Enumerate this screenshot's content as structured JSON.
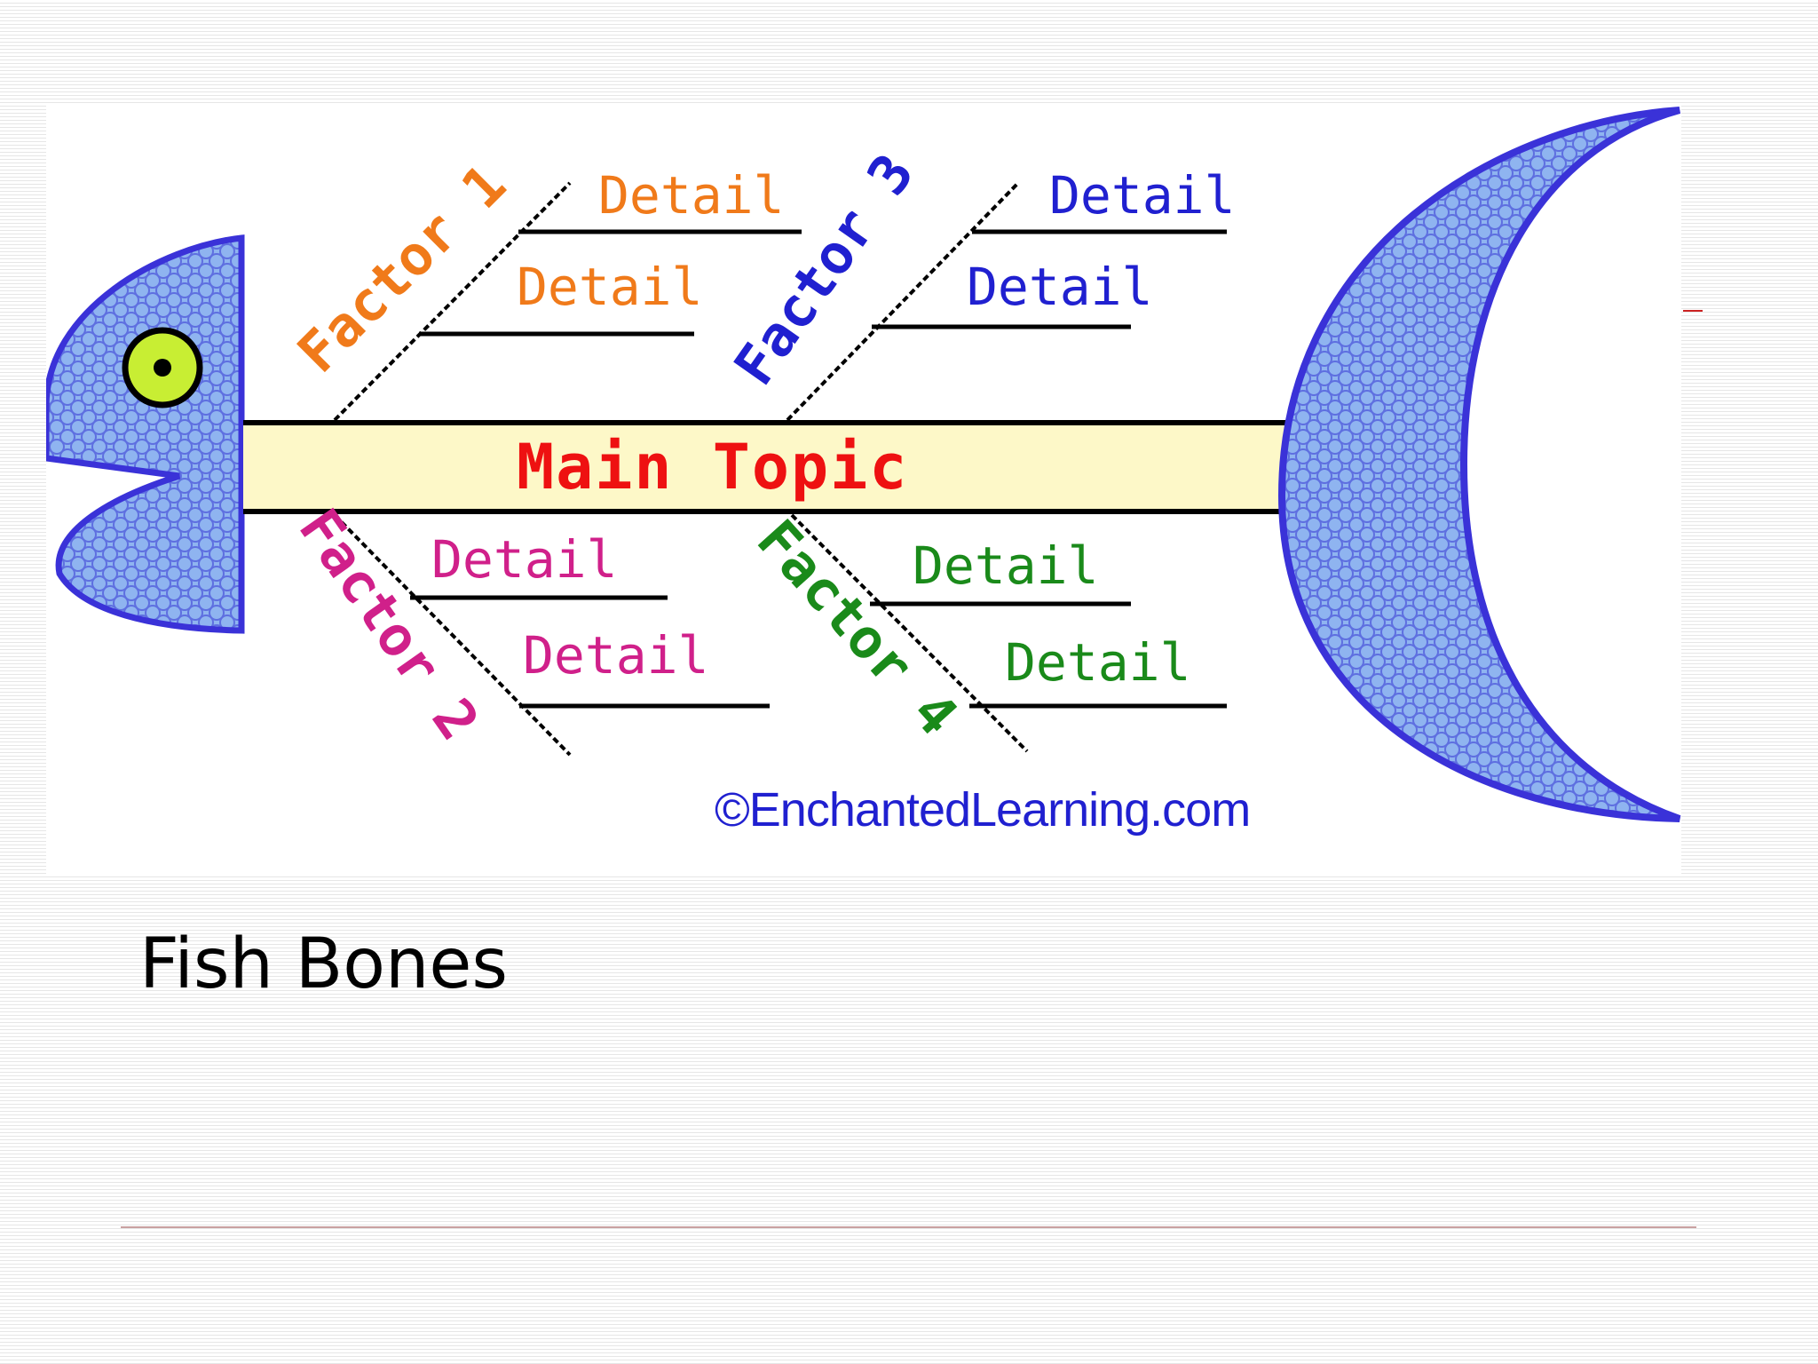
{
  "diagram": {
    "main_topic": "Main Topic",
    "factors": [
      {
        "label": "Factor 1",
        "color": "#f07a1a",
        "details": [
          "Detail",
          "Detail"
        ]
      },
      {
        "label": "Factor 2",
        "color": "#d0208a",
        "details": [
          "Detail",
          "Detail"
        ]
      },
      {
        "label": "Factor 3",
        "color": "#2020d0",
        "details": [
          "Detail",
          "Detail"
        ]
      },
      {
        "label": "Factor 4",
        "color": "#1a8a1a",
        "details": [
          "Detail",
          "Detail"
        ]
      }
    ],
    "copyright": "©EnchantedLearning.com",
    "colors": {
      "fish_fill": "#8fb4f0",
      "fish_outline": "#3a32d8",
      "spine_fill": "#fdf8c8",
      "main_topic_text": "#ee1111",
      "eye": "#c8ee33"
    }
  },
  "caption": "Fish Bones"
}
